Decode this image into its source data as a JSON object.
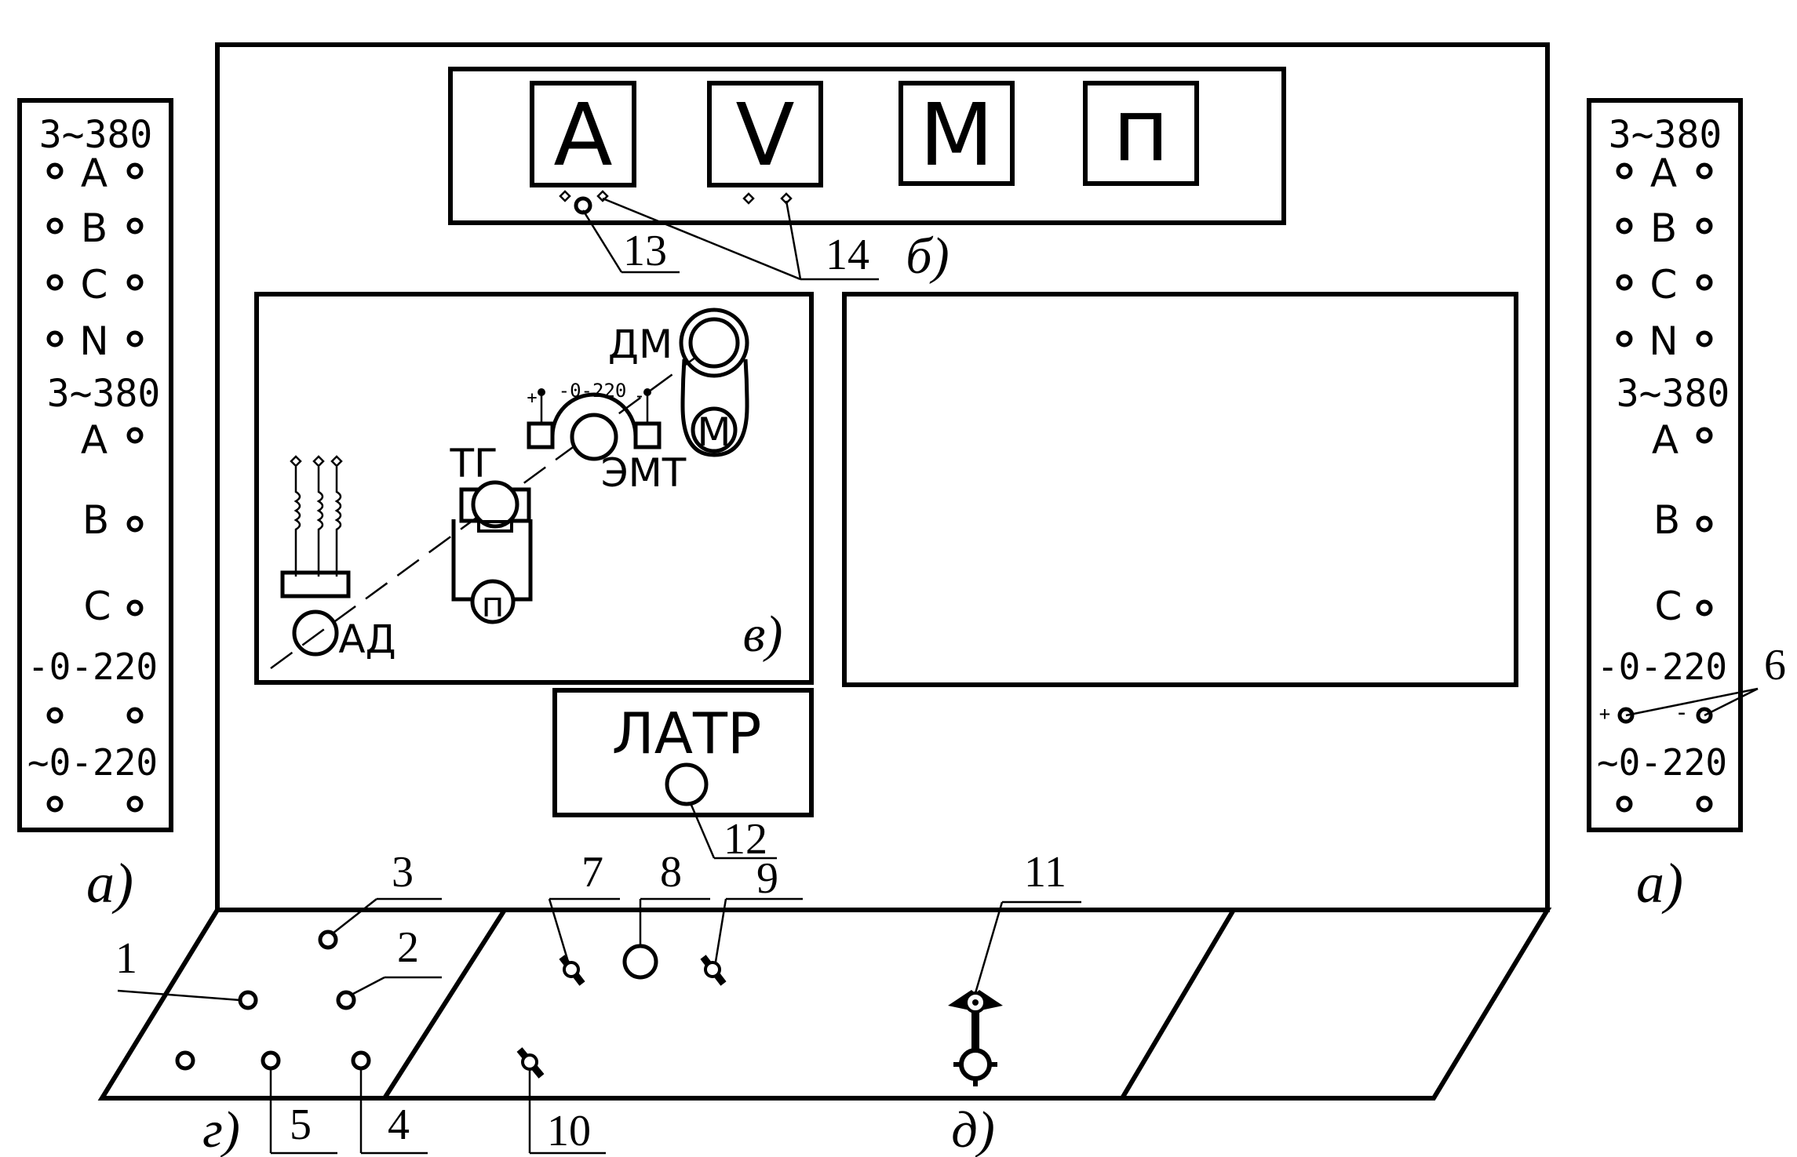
{
  "meters": [
    "A",
    "V",
    "M",
    "п"
  ],
  "scheme": {
    "labels": {
      "dm": "ДМ",
      "tg": "ТГ",
      "emt": "ЭМТ",
      "ad": "АД",
      "motor": "М",
      "pump": "п",
      "dc": "-0-220",
      "plus": "+",
      "minus": "-"
    }
  },
  "latr": "ЛАТР",
  "terminal_panel": {
    "header3": "3~380",
    "phases": [
      "A",
      "B",
      "C",
      "N"
    ],
    "header3b": "3~380",
    "phases2": [
      "A",
      "B",
      "C"
    ],
    "dc": "-0-220",
    "ac": "~0-220",
    "dc_plus": "+",
    "dc_minus": "-"
  },
  "callouts": {
    "n1": "1",
    "n2": "2",
    "n3": "3",
    "n4": "4",
    "n5": "5",
    "n6": "6",
    "n7": "7",
    "n8": "8",
    "n9": "9",
    "n10": "10",
    "n11": "11",
    "n12": "12",
    "n13": "13",
    "n14": "14"
  },
  "view_letters": {
    "a_left": "а)",
    "a_right": "а)",
    "b": "б)",
    "v": "в)",
    "g": "г)",
    "d": "д)"
  }
}
